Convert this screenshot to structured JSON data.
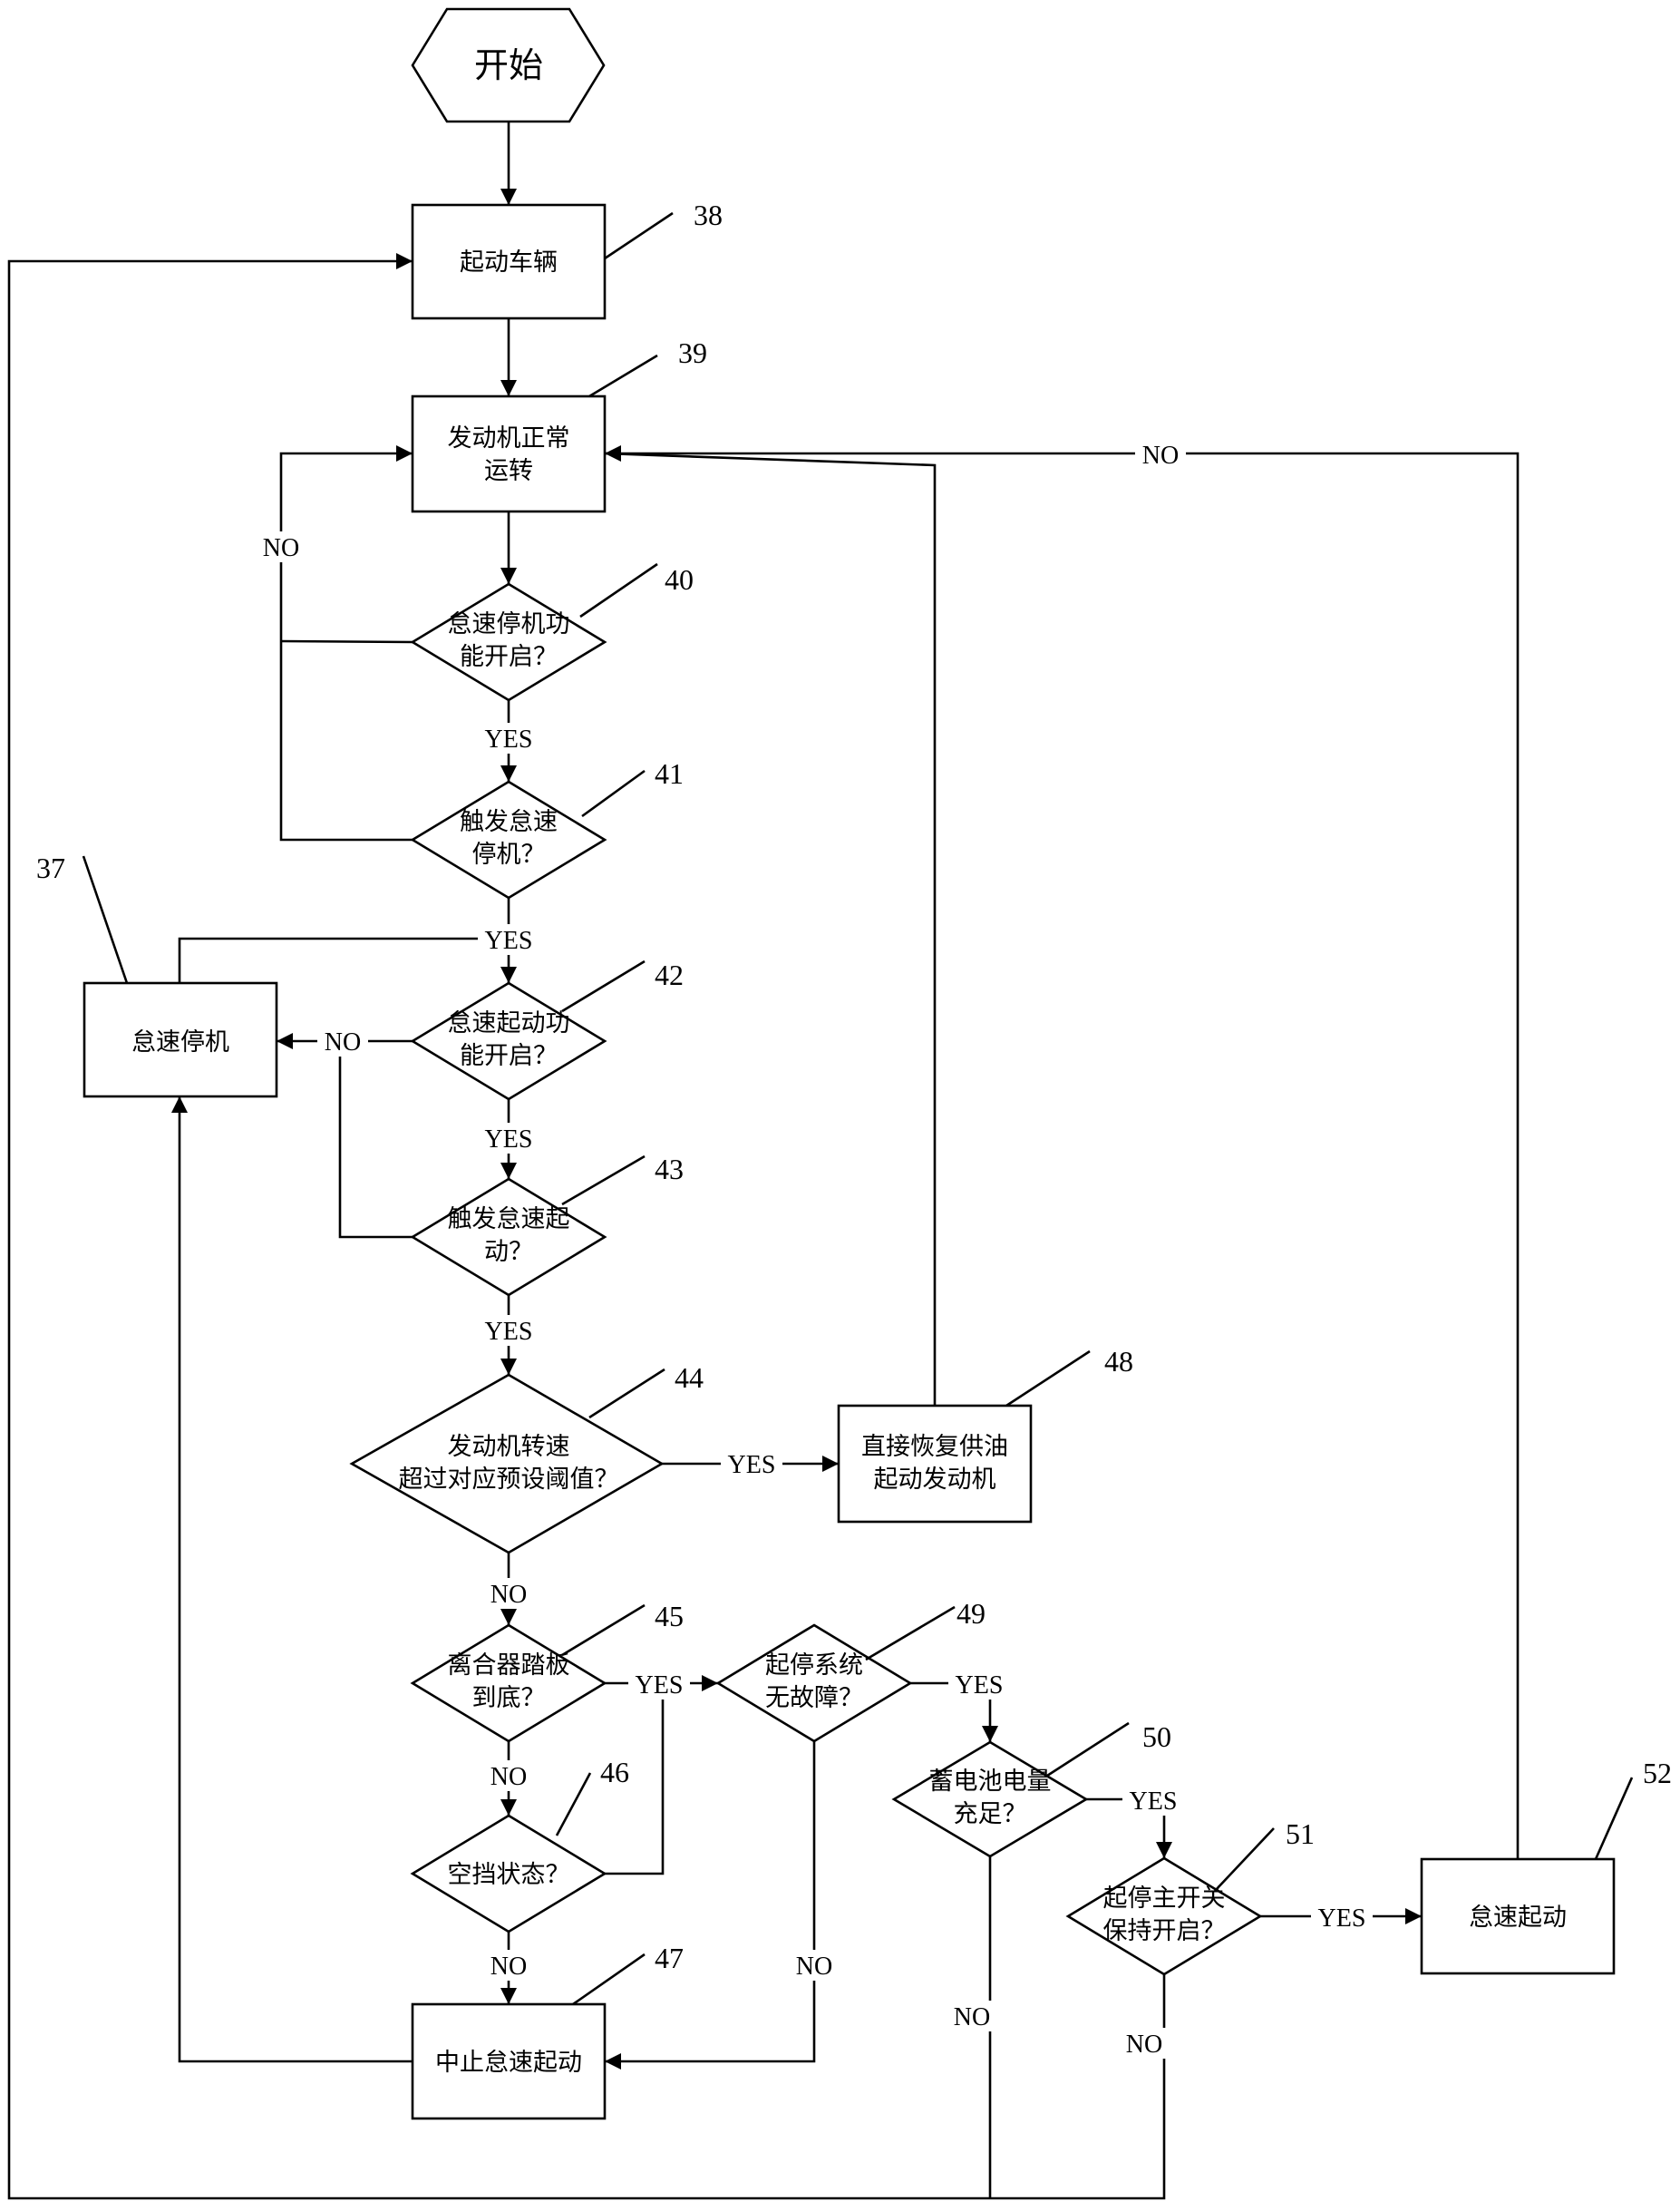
{
  "nodes": {
    "start": {
      "lines": [
        "开始"
      ]
    },
    "n38": {
      "lines": [
        "起动车辆"
      ]
    },
    "n39": {
      "lines": [
        "发动机正常",
        "运转"
      ]
    },
    "n40": {
      "lines": [
        "怠速停机功",
        "能开启？"
      ]
    },
    "n41": {
      "lines": [
        "触发怠速",
        "停机？"
      ]
    },
    "n37": {
      "lines": [
        "怠速停机"
      ]
    },
    "n42": {
      "lines": [
        "怠速起动功",
        "能开启？"
      ]
    },
    "n43": {
      "lines": [
        "触发怠速起",
        "动？"
      ]
    },
    "n44": {
      "lines": [
        "发动机转速",
        "超过对应预设阈值？"
      ]
    },
    "n48": {
      "lines": [
        "直接恢复供油",
        "起动发动机"
      ]
    },
    "n45": {
      "lines": [
        "离合器踏板",
        "到底？"
      ]
    },
    "n46": {
      "lines": [
        "空挡状态？"
      ]
    },
    "n47": {
      "lines": [
        "中止怠速起动"
      ]
    },
    "n49": {
      "lines": [
        "起停系统",
        "无故障？"
      ]
    },
    "n50": {
      "lines": [
        "蓄电池电量",
        "充足？"
      ]
    },
    "n51": {
      "lines": [
        "起停主开关",
        "保持开启？"
      ]
    },
    "n52": {
      "lines": [
        "怠速起动"
      ]
    }
  },
  "refs": {
    "r37": "37",
    "r38": "38",
    "r39": "39",
    "r40": "40",
    "r41": "41",
    "r42": "42",
    "r43": "43",
    "r44": "44",
    "r45": "45",
    "r46": "46",
    "r47": "47",
    "r48": "48",
    "r49": "49",
    "r50": "50",
    "r51": "51",
    "r52": "52"
  },
  "labels": {
    "no_40": "NO",
    "yes_40": "YES",
    "yes_41": "YES",
    "no_42": "NO",
    "yes_42": "YES",
    "yes_43": "YES",
    "yes_44": "YES",
    "no_44": "NO",
    "yes_45": "YES",
    "no_45": "NO",
    "no_46": "NO",
    "no_49": "NO",
    "yes_49": "YES",
    "yes_50": "YES",
    "no_50": "NO",
    "yes_51": "YES",
    "no_51": "NO",
    "no_52": "NO"
  }
}
